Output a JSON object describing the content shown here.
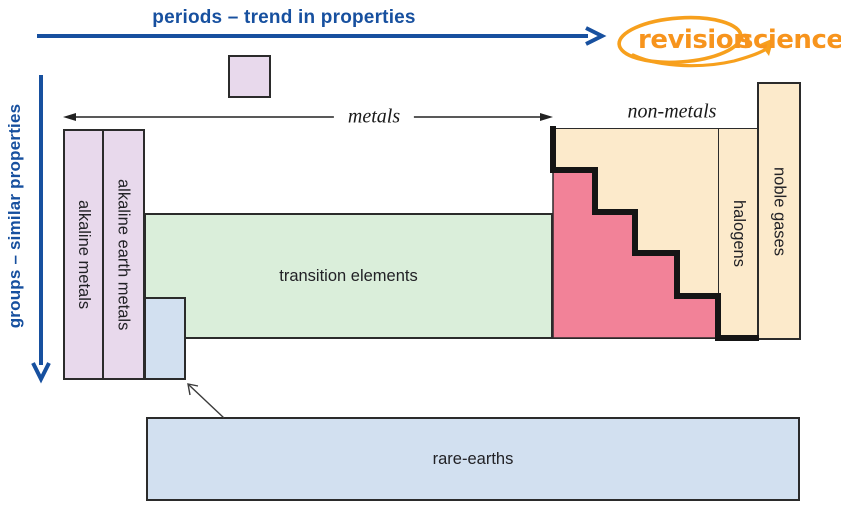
{
  "axes": {
    "periods_label": "periods – trend in properties",
    "groups_label": "groups – similar properties"
  },
  "categories": {
    "metals_label": "metals",
    "non_metals_label": "non-metals"
  },
  "regions": {
    "alkaline_metals_label": "alkaline metals",
    "alkaline_earth_metals_label": "alkaline earth metals",
    "transition_elements_label": "transition elements",
    "rare_earths_label": "rare-earths",
    "halogens_label": "halogens",
    "noble_gases_label": "noble gases"
  },
  "logo": {
    "word_1": "revision",
    "word_2": "science",
    "brand_color": "#f7941d"
  },
  "colors": {
    "axis_arrow_blue": "#17509f",
    "alkali_purple": "#e8d9ec",
    "transition_green": "#daeeda",
    "rare_earth_blue": "#d2e0f0",
    "non_metal_cream": "#fceacb",
    "semi_metal_pink": "#f28298",
    "metal_nonmetal_divider_black": "#151515",
    "box_border": "#2b2b2b"
  }
}
